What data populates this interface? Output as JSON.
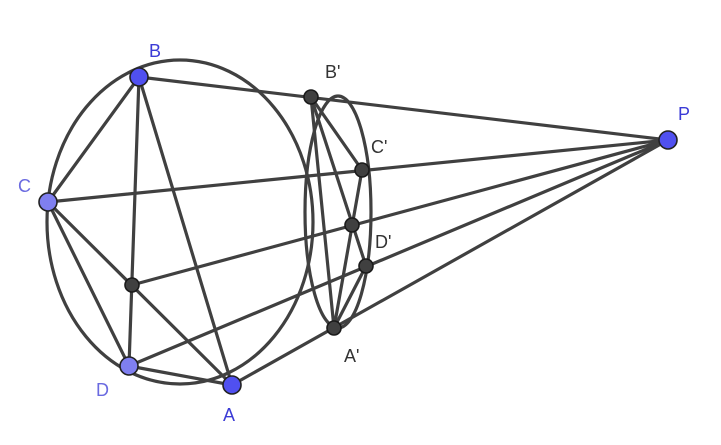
{
  "colors": {
    "line": "#404040",
    "free_point": "#5050f0",
    "free_point_light": "#7f7ff0",
    "dependent_point": "#404040",
    "label_free": "#3b3bd6",
    "label_free_light": "#6a6ae0",
    "label_dependent": "#333333"
  },
  "points": {
    "A": {
      "label": "A"
    },
    "B": {
      "label": "B"
    },
    "C": {
      "label": "C"
    },
    "D": {
      "label": "D"
    },
    "P": {
      "label": "P"
    },
    "Ap": {
      "label": "A'"
    },
    "Bp": {
      "label": "B'"
    },
    "Cp": {
      "label": "C'"
    },
    "Dp": {
      "label": "D'"
    }
  }
}
